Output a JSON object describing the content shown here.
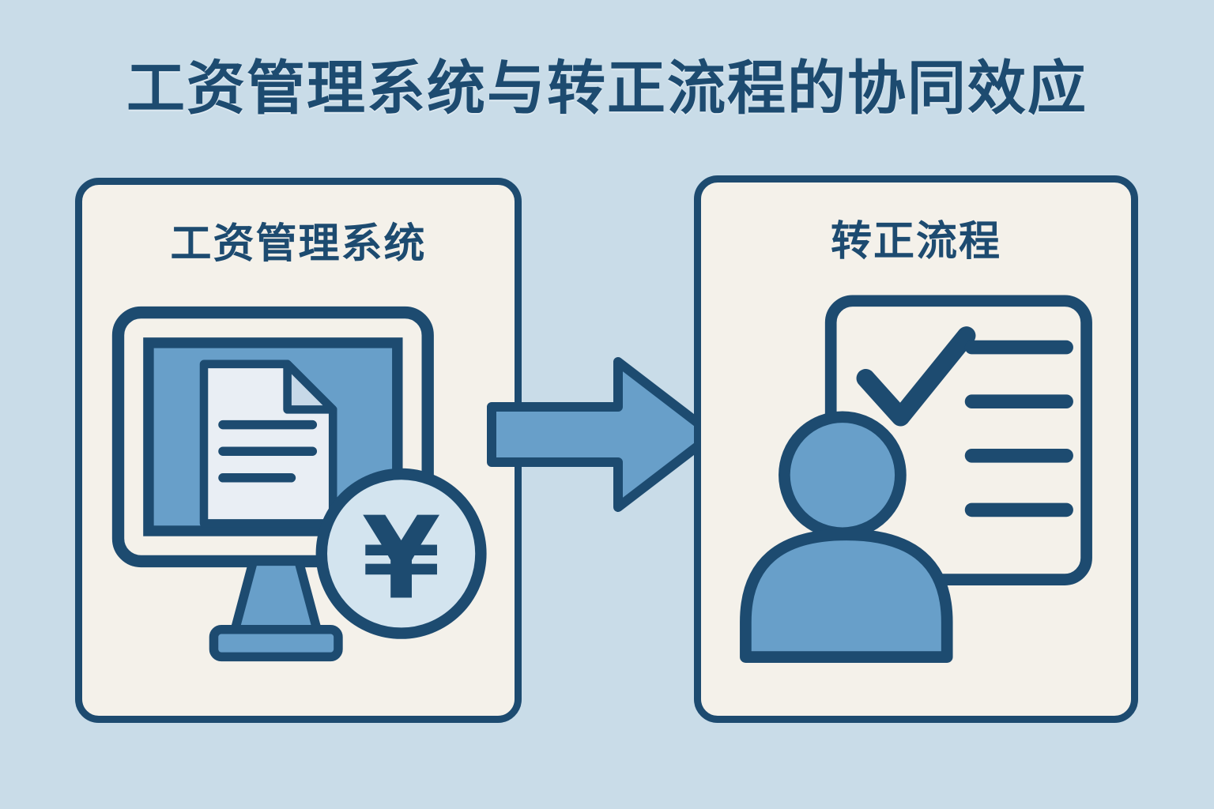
{
  "title": "工资管理系统与转正流程的协同效应",
  "cards": {
    "payroll": {
      "label": "工资管理系统"
    },
    "regularization": {
      "label": "转正流程"
    }
  },
  "icons": {
    "left": "monitor-document-yuan-coin-icon",
    "middle": "right-arrow-icon",
    "right": "person-checklist-icon",
    "currency_symbol": "¥"
  },
  "colors": {
    "background": "#c9dce8",
    "card_background": "#f4f1ea",
    "outline_navy": "#1d4b70",
    "fill_blue": "#689fc9",
    "light_blue": "#d3e4ef",
    "page_blue": "#e9eef4"
  }
}
